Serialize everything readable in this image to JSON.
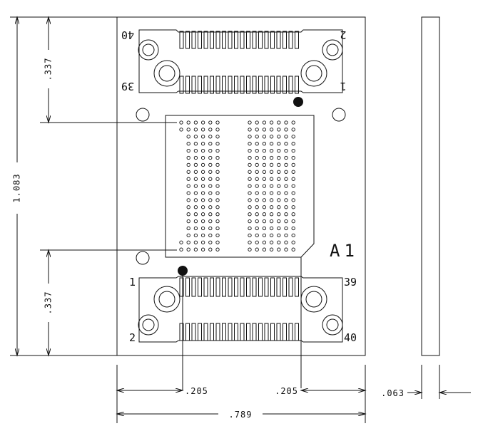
{
  "dimensions": {
    "total_height": "1.083",
    "top_offset": ".337",
    "bottom_offset": ".337",
    "left_offset": ".205",
    "right_offset": ".205",
    "total_width": ".789",
    "thickness": ".063"
  },
  "labels": {
    "top_left_pin": "40",
    "top_left_lower_pin": "39",
    "top_right_pin": "2",
    "top_right_lower_pin": "1",
    "bottom_left_pin": "1",
    "bottom_left_lower_pin": "2",
    "bottom_right_pin": "39",
    "bottom_right_lower_pin": "40",
    "grid_corner": "A1"
  },
  "connector": {
    "pin_count": 20
  },
  "bga": {
    "columns_per_block": 6,
    "rows": 19
  }
}
